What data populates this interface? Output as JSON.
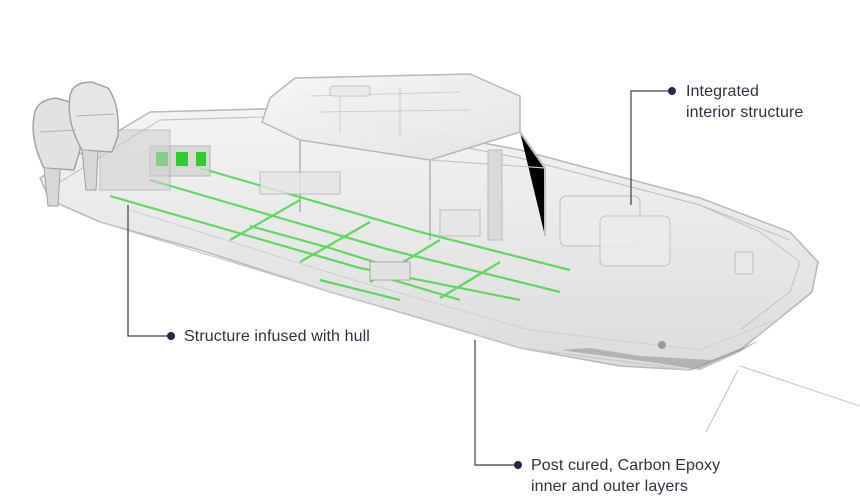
{
  "callouts": {
    "interior": {
      "line1": "Integrated",
      "line2": "interior structure"
    },
    "hull": {
      "text": "Structure infused with hull"
    },
    "layers": {
      "line1": "Post cured, Carbon Epoxy",
      "line2": "inner and outer layers"
    }
  },
  "colors": {
    "leader": "#3a3f4a",
    "dot": "#1f2b49",
    "structure_green": "#4cd34c",
    "hull_outline": "#b9b9b9"
  }
}
